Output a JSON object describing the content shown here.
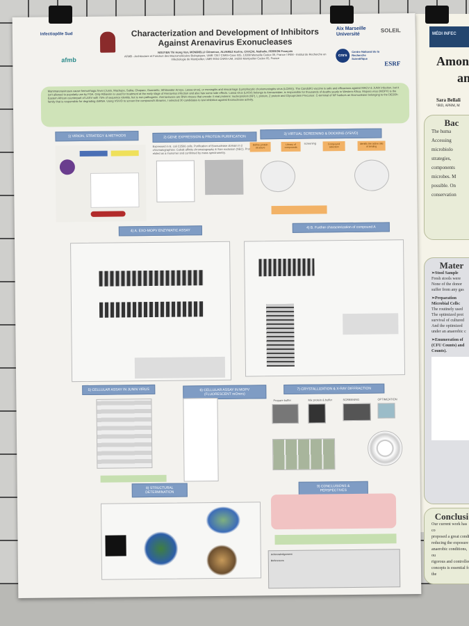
{
  "poster": {
    "title_line1": "Characterization and Development of Inhibitors",
    "title_line2": "Against Arenavirus Exonucleases",
    "authors": "NGUYEN Thi Hong Van, MONDIELLI Clémence, ALVAREZ Karine, CHAZAL Nathalie, FERRON François",
    "affiliations": "AFMB - Architecture et Fonction des Macromolécules Biologiques, UMR 7257 CNRS-Case 925, 13288 Marseille Cedex 09, France / IRIM - Institut de Recherche en Infectiologie de Montpellier, UMR 9004 CNRS-UM, 34293 Montpellier Cedex 05, France",
    "logos": {
      "left1": "Infectiopôle Sud",
      "left2": "afmb",
      "right1": "Aix Marseille Université",
      "right2": "SOLEIL",
      "right3": "Centre National de la Recherche Scientifique",
      "right4": "ESRF",
      "cnrs": "cnrs"
    },
    "abstract": "Mammarenaviruses cause hemorrhagic fever (Junin, Machupo, Sabia, Chapare, Guanarito, Whitewater Arroyo, Lassa virus), or meningitis and miscarriage (Lymphocytic choriomeningitis virus (LCMV)). The Candid#1 vaccine is safe and efficacious against MACV & JUNV infection, but it isn't allowed to popularly use by FDA. Only Ribavirin is used for treatment at the early stage of Arenavirus infection and also has some side effects. Lassa virus (LASV) belongs to Arenaviridae, is responsible for thousands of deaths yearly in Western Africa. Mopeia virus (MOPV) is the Eastern African counterpart of LASV with 75% of sequence identity, but is non pathogenic. Arenaviruses are RNA viruses that encode 4 viral proteins: nucleoprotein (NP), L protein, Z protein and Glycoprotein Precursor. C-terminal of NP harbors an Exonuclease belonging to the DEDDh family that is responsible for degrading dsRNA. Using VS/VD to screen the compound's libraries, I selected 30 candidates to test inhibition against Exonuclease activity.",
    "sections": [
      {
        "title": "1) VIRION, STRATEGY & METHODS"
      },
      {
        "title": "2) GENE EXPRESSION & PROTEIN PURIFICATION"
      },
      {
        "title": "3) VIRTUAL SCREENING & DOCKING (VS/VD)"
      },
      {
        "title": "4) A. EXO-MOPV ENZYMATIC ASSAY"
      },
      {
        "title": "4) B. Further characterization of compound A"
      },
      {
        "title": "5) CELLULAR ASSAY IN JUNIN VIRUS"
      },
      {
        "title": "6) CELLULAR ASSAY IN MOPV (FLUORESCENT reOrers)"
      },
      {
        "title": "7) CRYSTALLIZATION & X-RAY DIFFRACTION"
      },
      {
        "title": "8) STRUCTURAL DETERMINATION"
      },
      {
        "title": "9) CONCLUSIONS & PERSPECTIVES"
      }
    ],
    "vs_steps": [
      "Define protein structure",
      "Library of compounds",
      "screening",
      "Compound selection",
      "Identify the active site of binding"
    ],
    "expression_text": "Expressed in E. coli C2566 cells. Purification of Exonuclease domain in 2 chromatographies: Cobalt affinity chromatography & Size exclusion (SEC). Protein is eluted as a monomer and confirmed by mass spectrometry.",
    "crystal_labels": [
      "Prepare buffer",
      "Mix protein & buffer",
      "SCREENING",
      "OPTIMIZATION"
    ],
    "acknowledgement": "Acknowledgement",
    "references": "References"
  },
  "right_poster": {
    "band": "MÉDI INFEC",
    "title_line1": "Amon",
    "title_line2": "an",
    "author": "Sara Bellali",
    "affil": "¹IRD, APHM, M",
    "background_heading": "Bac",
    "background_lines": [
      "The huma",
      "Accessing",
      "microbiolo",
      "strategies,",
      "components",
      "microbes. M",
      "possible. On",
      "conservation"
    ],
    "materials_heading": "Mater",
    "materials_lines": [
      "➢Stool Sample",
      "Fresh stools were",
      "None of the donor",
      "suffer from any gas",
      "➢Preparation",
      "Microbial Cells:",
      "The routinely used",
      "The optimized prot",
      "survival of cultured",
      "And the optimized",
      "under an anaerobic c",
      "➢Enumeration of",
      "(CFU Counts) and",
      "Counts)."
    ],
    "conclusion_heading": "Conclusi",
    "conclusion_lines": [
      "Our current work has co",
      "proposed a great conditi",
      "reducing the exposure t",
      "anaerobic conditions, ou",
      "rigorous and controlled",
      "concepts is essential for the"
    ]
  }
}
